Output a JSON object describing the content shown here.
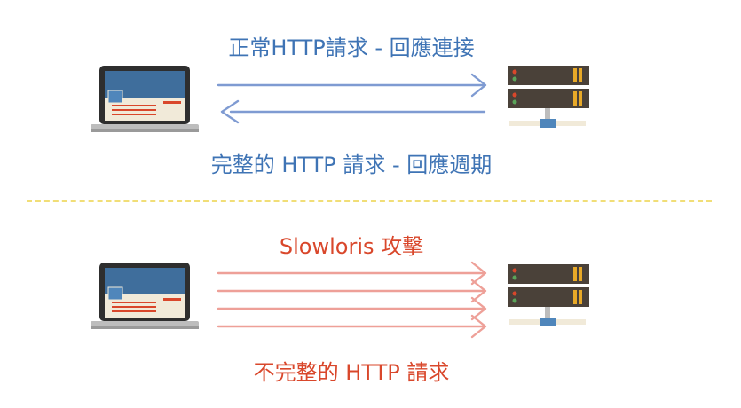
{
  "top": {
    "title": "正常HTTP請求 - 回應連接",
    "caption": "完整的 HTTP 請求 - 回應週期"
  },
  "bottom": {
    "title": "Slowloris 攻擊",
    "caption": "不完整的 HTTP 請求"
  },
  "colors": {
    "blue_text": "#3f74b5",
    "red_text": "#d9472b",
    "blue_arrow": "#7f9bd2",
    "red_arrow": "#eea098",
    "divider": "#f1de77",
    "server_body": "#4a4139",
    "server_slot": "#e8a928",
    "screen": "#3f6e9c"
  }
}
